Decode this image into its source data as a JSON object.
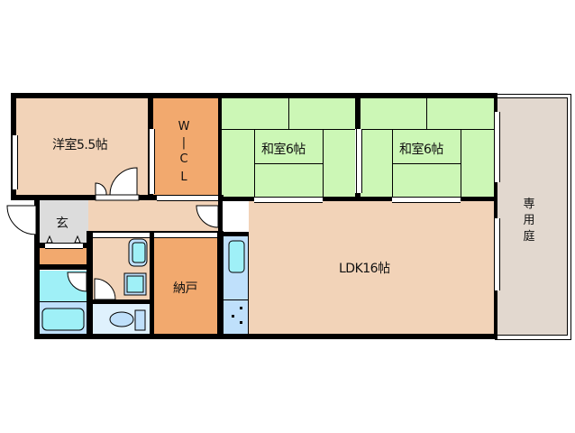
{
  "floor_plan": {
    "rooms": {
      "western_room": {
        "label": "洋室5.5帖",
        "color": "#f2d3b8"
      },
      "wic": {
        "label_lines": [
          "W",
          "|",
          "C",
          "L"
        ],
        "color": "#f2a96e"
      },
      "japanese_room_1": {
        "label": "和室6帖",
        "color": "#ccf7b6"
      },
      "japanese_room_2": {
        "label": "和室6帖",
        "color": "#ccf7b6"
      },
      "entrance": {
        "label": "玄",
        "color": "#dcdcdc"
      },
      "storage": {
        "label": "納戸",
        "color": "#f2a96e"
      },
      "ldk": {
        "label": "LDK16帖",
        "color": "#f2d3b8"
      },
      "private_garden": {
        "label_lines": [
          "専",
          "用",
          "庭"
        ],
        "color": "#e2d8cf"
      },
      "washroom": {
        "color": "#9ff0f7"
      },
      "bathroom": {
        "color": "#bfe0fb"
      },
      "toilet": {
        "color": "#dff1fd"
      },
      "kitchen": {
        "color": "#bfe0fb"
      }
    },
    "wall_color": "#000000"
  }
}
